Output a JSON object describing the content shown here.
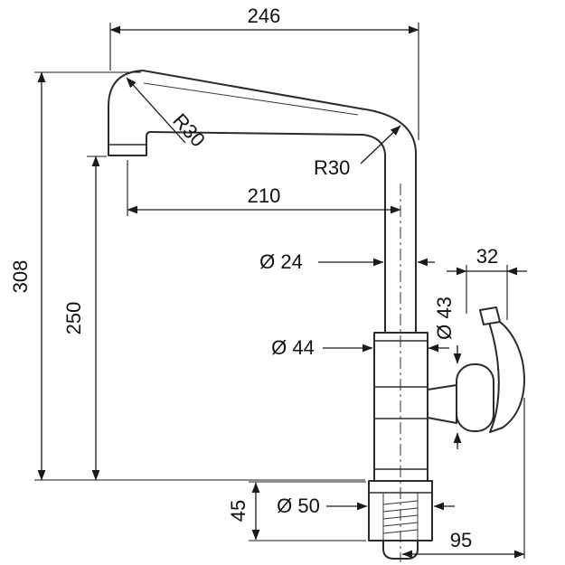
{
  "dimensions": {
    "width_total": "246",
    "height_total": "308",
    "height_spout": "250",
    "reach_spout": "210",
    "radius_spout_left": "R30",
    "radius_spout_right": "R30",
    "dia_pipe": "Ø 24",
    "handle_top_width": "32",
    "dia_handle": "Ø 43",
    "dia_body": "Ø 44",
    "dia_base": "Ø 50",
    "height_base": "45",
    "handle_reach": "95"
  },
  "colors": {
    "line": "#2b2b2b",
    "dimension_line": "#1a1a1a",
    "background": "#ffffff"
  }
}
